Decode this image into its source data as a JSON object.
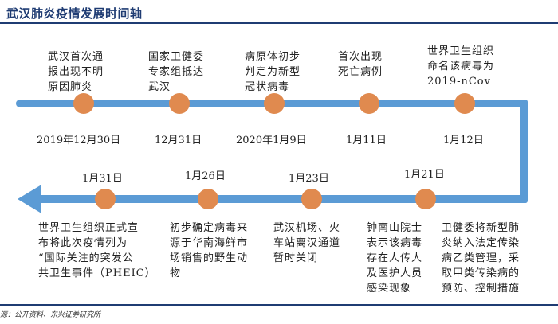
{
  "header": {
    "title": "武汉肺炎疫情发展时间轴"
  },
  "colors": {
    "timeline": "#5b9bd5",
    "dot": "#e08a4f",
    "rule": "#1f3c73"
  },
  "events_top": [
    {
      "date": "2019年12月30日",
      "desc": "武汉首次通\n报出现不明\n原因肺炎"
    },
    {
      "date": "12月31日",
      "desc": "国家卫健委\n专家组抵达\n武汉"
    },
    {
      "date": "2020年1月9日",
      "desc": "病原体初步\n判定为新型\n冠状病毒"
    },
    {
      "date": "1月11日",
      "desc": "首次出现\n死亡病例"
    },
    {
      "date": "1月12日",
      "desc": "世界卫生组织\n命名该病毒为\n2019-nCov"
    }
  ],
  "events_bottom": [
    {
      "date": "1月21日",
      "desc": "钟南山院士\n表示该病毒\n存在人传人\n及医护人员\n感染现象"
    },
    {
      "date": "1月21日_extra",
      "desc": "卫健委将新型肺\n炎纳入法定传染\n病乙类管理，采\n取甲类传染病的\n预防、控制措施"
    },
    {
      "date": "1月23日",
      "desc": "武汉机场、火\n车站离汉通道\n暂时关闭"
    },
    {
      "date": "1月26日",
      "desc": "初步确定病毒来\n源于华南海鲜市\n场销售的野生动\n物"
    },
    {
      "date": "1月31日",
      "desc": "世界卫生组织正式宣\n布将此次疫情列为\n“国际关注的突发公\n共卫生事件（PHEIC）"
    }
  ],
  "footer": {
    "source": "源：公开资料、东兴证券研究所"
  }
}
